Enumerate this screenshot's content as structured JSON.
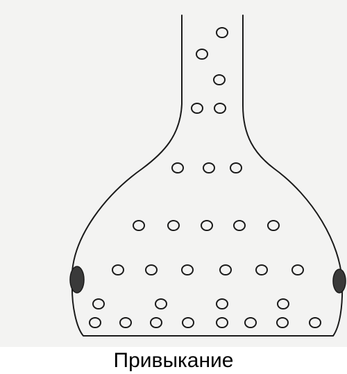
{
  "figure": {
    "caption": "Привыкание",
    "colors": {
      "background": "#f3f3f2",
      "stroke": "#1a1a1a",
      "receptor_fill": "#3a3a3a"
    },
    "neck_vesicle_count": 5,
    "bulb_vesicle_rows": [
      3,
      5,
      6,
      4,
      8
    ],
    "receptor_count": 2
  }
}
